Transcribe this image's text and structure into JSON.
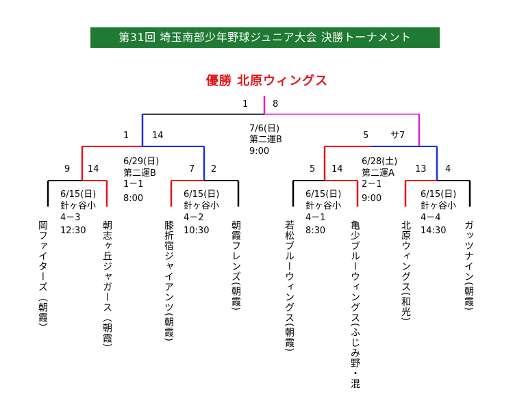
{
  "title": "第31回 埼玉南部少年野球ジュニア大会  決勝トーナメント",
  "champion": "優勝  北原ウィングス",
  "final": {
    "score_left": "1",
    "score_right": "8",
    "date": "7/6(日)",
    "venue": "第二運B",
    "time": "9:00"
  },
  "semi_left": {
    "score_left": "1",
    "score_right": "14",
    "date": "6/29(日)",
    "venue": "第二運B",
    "result": "1－1",
    "time": "8:00"
  },
  "semi_right": {
    "score_left": "5",
    "score_right": "サ7",
    "date": "6/28(土)",
    "venue": "第二運A",
    "result": "2－1",
    "time": "9:00"
  },
  "qf": [
    {
      "score_left": "9",
      "score_right": "14",
      "date": "6/15(日)",
      "venue": "針ヶ谷小",
      "result": "4－3",
      "time": "12:30"
    },
    {
      "score_left": "7",
      "score_right": "2",
      "date": "6/15(日)",
      "venue": "針ヶ谷小",
      "result": "4－2",
      "time": "10:30"
    },
    {
      "score_left": "5",
      "score_right": "14",
      "date": "6/15(日)",
      "venue": "針ヶ谷小",
      "result": "4－1",
      "time": "8:30"
    },
    {
      "score_left": "13",
      "score_right": "4",
      "date": "6/15(日)",
      "venue": "針ヶ谷小",
      "result": "4－4",
      "time": "14:30"
    }
  ],
  "teams": [
    "岡ファイターズ（朝霞）",
    "朝志ヶ丘ジャガース（朝霞）",
    "膝折宿ジャイアンツ(朝霞)",
    "朝霞フレンズ(朝霞)",
    "若松ブルーウィングス(朝霞)",
    "亀少ブルーウィングス(ふじみ野・混",
    "北原ウィングス(和光)",
    "ガッツナイン(朝霞)"
  ],
  "colors": {
    "winner": "#e3141b",
    "final_winner": "#e020d0",
    "loser_semi": "#1a2ee0",
    "default": "#000000",
    "title_bg": "#1f7a33"
  }
}
